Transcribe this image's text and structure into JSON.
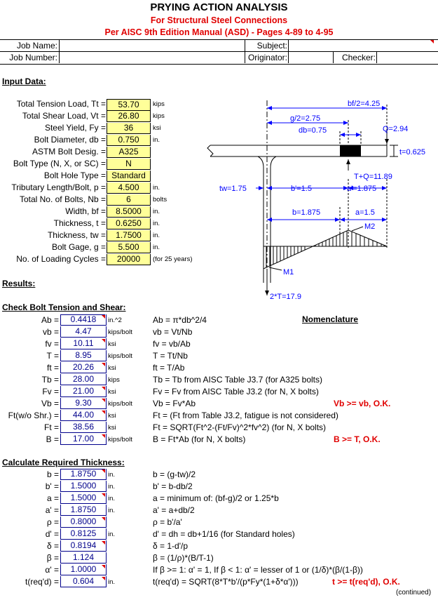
{
  "title": {
    "main": "PRYING ACTION ANALYSIS",
    "sub1": "For Structural Steel Connections",
    "sub2": "Per AISC 9th Edition Manual (ASD) - Pages 4-89 to 4-95"
  },
  "header": {
    "job_name": "Job Name:",
    "subject": "Subject:",
    "job_number": "Job Number:",
    "originator": "Originator:",
    "checker": "Checker:"
  },
  "input": {
    "heading": "Input Data:",
    "rows": [
      {
        "label": "Total Tension Load, Tt =",
        "value": "53.70",
        "unit": "kips"
      },
      {
        "label": "Total Shear Load, Vt =",
        "value": "26.80",
        "unit": "kips"
      },
      {
        "label": "Steel Yield, Fy =",
        "value": "36",
        "unit": "ksi"
      },
      {
        "label": "Bolt Diameter, db =",
        "value": "0.750",
        "unit": "in."
      },
      {
        "label": "ASTM Bolt Desig. =",
        "value": "A325",
        "unit": ""
      },
      {
        "label": "Bolt Type (N, X, or SC) =",
        "value": "N",
        "unit": ""
      },
      {
        "label": "Bolt Hole Type =",
        "value": "Standard",
        "unit": ""
      },
      {
        "label": "Tributary Length/Bolt, p =",
        "value": "4.500",
        "unit": "in."
      },
      {
        "label": "Total No. of Bolts, Nb =",
        "value": "6",
        "unit": "bolts"
      },
      {
        "label": "Width, bf =",
        "value": "8.5000",
        "unit": "in."
      },
      {
        "label": "Thickness, t =",
        "value": "0.6250",
        "unit": "in."
      },
      {
        "label": "Thickness, tw =",
        "value": "1.7500",
        "unit": "in."
      },
      {
        "label": "Bolt Gage, g =",
        "value": "5.500",
        "unit": "in."
      },
      {
        "label": "No. of Loading Cycles =",
        "value": "20000",
        "unit": "(for 25 years)"
      }
    ]
  },
  "diagram": {
    "bf2": "bf/2=4.25",
    "g2": "g/2=2.75",
    "db": "db=0.75",
    "q": "Q=2.94",
    "t": "t=0.625",
    "tq": "T+Q=11.89",
    "tw": "tw=1.75",
    "bp": "b'=1.5",
    "ap": "a'=1.875",
    "b": "b=1.875",
    "a": "a=1.5",
    "m2": "M2",
    "m1": "M1",
    "t2": "2*T=17.9"
  },
  "results": {
    "heading": "Results:"
  },
  "bolt_check": {
    "heading": "Check Bolt Tension and Shear:",
    "nomenclature": "Nomenclature",
    "rows": [
      {
        "label": "Ab =",
        "value": "0.4418",
        "unit": "in.^2",
        "formula": "Ab = π*db^2/4",
        "status": ""
      },
      {
        "label": "vb =",
        "value": "4.47",
        "unit": "kips/bolt",
        "formula": "vb = Vt/Nb",
        "status": ""
      },
      {
        "label": "fv =",
        "value": "10.11",
        "unit": "ksi",
        "formula": "fv = vb/Ab",
        "status": ""
      },
      {
        "label": "T =",
        "value": "8.95",
        "unit": "kips/bolt",
        "formula": "T = Tt/Nb",
        "status": ""
      },
      {
        "label": "ft =",
        "value": "20.26",
        "unit": "ksi",
        "formula": "ft = T/Ab",
        "status": ""
      },
      {
        "label": "Tb =",
        "value": "28.00",
        "unit": "kips",
        "formula": "Tb = Tb from AISC Table J3.7  (for A325 bolts)",
        "status": ""
      },
      {
        "label": "Fv =",
        "value": "21.00",
        "unit": "ksi",
        "formula": "Fv  = Fv from AISC Table J3.2  (for N, X bolts)",
        "status": ""
      },
      {
        "label": "Vb =",
        "value": "9.30",
        "unit": "kips/bolt",
        "formula": "Vb = Fv*Ab",
        "status": "Vb >= vb, O.K."
      },
      {
        "label": "Ft(w/o Shr.) =",
        "value": "44.00",
        "unit": "ksi",
        "formula": "Ft = (Ft from Table J3.2, fatigue is not considered)",
        "status": ""
      },
      {
        "label": "Ft =",
        "value": "38.56",
        "unit": "ksi",
        "formula": "Ft = SQRT(Ft^2-(Ft/Fv)^2*fv^2)  (for N, X bolts)",
        "status": ""
      },
      {
        "label": "B =",
        "value": "17.00",
        "unit": "kips/bolt",
        "formula": "B = Ft*Ab  (for N, X bolts)",
        "status": "B >= T,  O.K."
      }
    ]
  },
  "thickness": {
    "heading": "Calculate Required Thickness:",
    "rows": [
      {
        "label": "b =",
        "value": "1.8750",
        "unit": "in.",
        "formula": "b = (g-tw)/2",
        "status": ""
      },
      {
        "label": "b' =",
        "value": "1.5000",
        "unit": "in.",
        "formula": "b' = b-db/2",
        "status": ""
      },
      {
        "label": "a =",
        "value": "1.5000",
        "unit": "in.",
        "formula": "a = minimum of: (bf-g)/2  or  1.25*b",
        "status": ""
      },
      {
        "label": "a' =",
        "value": "1.8750",
        "unit": "in.",
        "formula": "a' = a+db/2",
        "status": ""
      },
      {
        "label": "ρ =",
        "value": "0.8000",
        "unit": "",
        "formula": "ρ = b'/a'",
        "status": ""
      },
      {
        "label": "d' =",
        "value": "0.8125",
        "unit": "in.",
        "formula": "d' = dh = db+1/16 (for Standard holes)",
        "status": ""
      },
      {
        "label": "δ =",
        "value": "0.8194",
        "unit": "",
        "formula": "δ = 1-d'/p",
        "status": ""
      },
      {
        "label": "β =",
        "value": "1.124",
        "unit": "",
        "formula": "β = (1/ρ)*(B/T-1)",
        "status": ""
      },
      {
        "label": "α' =",
        "value": "1.0000",
        "unit": "",
        "formula": "If β >= 1: α' = 1,  If β < 1: α' = lesser of 1 or (1/δ)*(β/(1-β))",
        "status": ""
      },
      {
        "label": "t(req'd) =",
        "value": "0.604",
        "unit": "in.",
        "formula": "t(req'd) = SQRT(8*T*b'/(p*Fy*(1+δ*α')))",
        "status": "t >= t(req'd),  O.K."
      }
    ]
  },
  "footer": "(continued)"
}
